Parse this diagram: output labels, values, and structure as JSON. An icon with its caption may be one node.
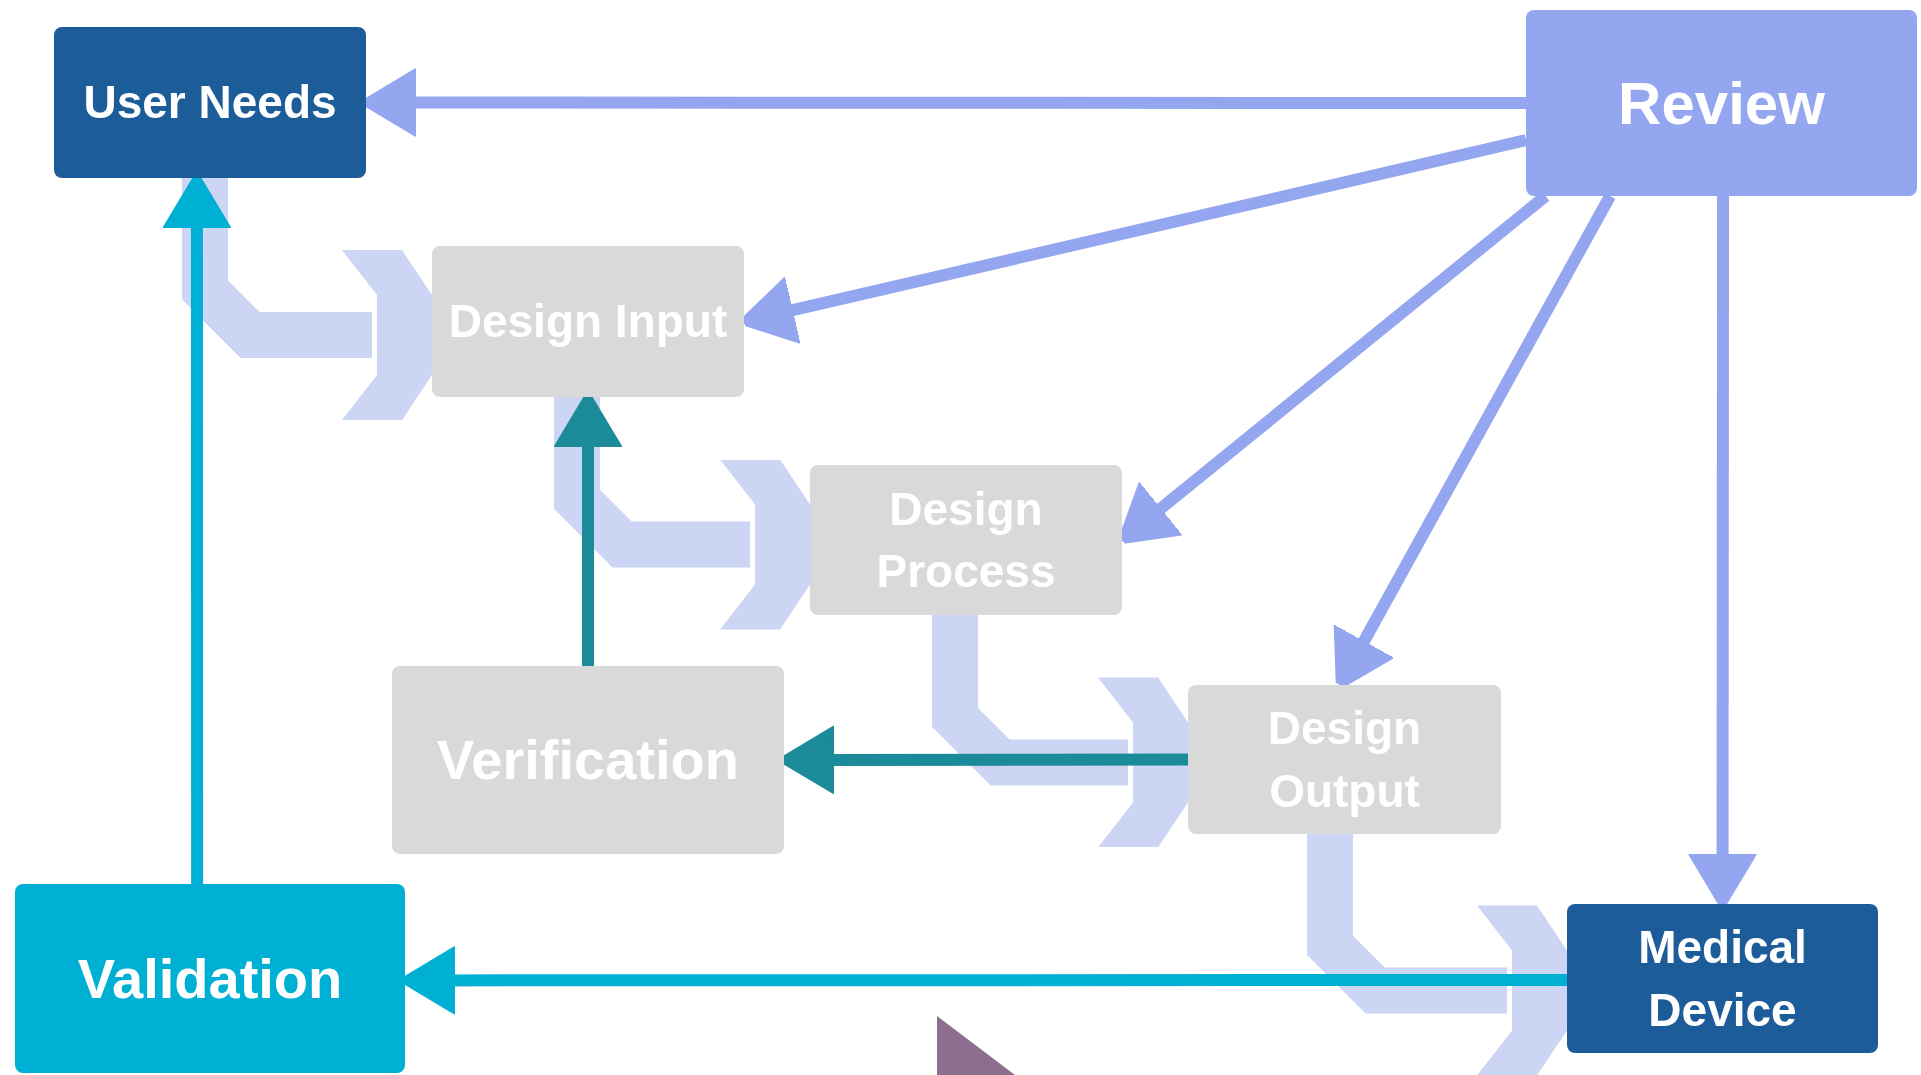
{
  "diagram": {
    "nodes": [
      {
        "text": [
          "User Needs"
        ]
      },
      {
        "text": [
          "Review"
        ]
      },
      {
        "text": [
          "Design Input"
        ]
      },
      {
        "text": [
          "Design Process"
        ]
      },
      {
        "text": [
          "Verification"
        ]
      },
      {
        "text": [
          "Design Output"
        ]
      },
      {
        "text": [
          "Validation"
        ]
      },
      {
        "text": [
          "Medical Device"
        ]
      },
      {
        "text": [],
        "shape": "triangle"
      }
    ],
    "edges": [
      {
        "from": 1,
        "to": 0,
        "arrow": "to"
      },
      {
        "from": 1,
        "to": 2,
        "arrow": "to"
      },
      {
        "from": 1,
        "to": 3,
        "arrow": "to"
      },
      {
        "from": 1,
        "to": 5,
        "arrow": "to"
      },
      {
        "from": 1,
        "to": 7,
        "arrow": "to"
      },
      {
        "from": 0,
        "to": 2,
        "arrow": "to",
        "style": "thick",
        "color": "#ccd5f3"
      },
      {
        "from": 2,
        "to": 3,
        "arrow": "to",
        "style": "thick",
        "color": "#ccd5f3"
      },
      {
        "from": 3,
        "to": 5,
        "arrow": "to",
        "style": "thick",
        "color": "#ccd5f3"
      },
      {
        "from": 5,
        "to": 7,
        "arrow": "to",
        "style": "thick",
        "color": "#ccd5f3"
      },
      {
        "from": 4,
        "to": 2,
        "arrow": "to",
        "color": "#1b8a99"
      },
      {
        "from": 5,
        "to": 4,
        "arrow": "to",
        "color": "#1b8a99"
      },
      {
        "from": 7,
        "to": 6,
        "arrow": "to",
        "color": "#00b0d4"
      },
      {
        "from": 6,
        "to": 0,
        "arrow": "to",
        "color": "#00b0d4"
      }
    ]
  }
}
